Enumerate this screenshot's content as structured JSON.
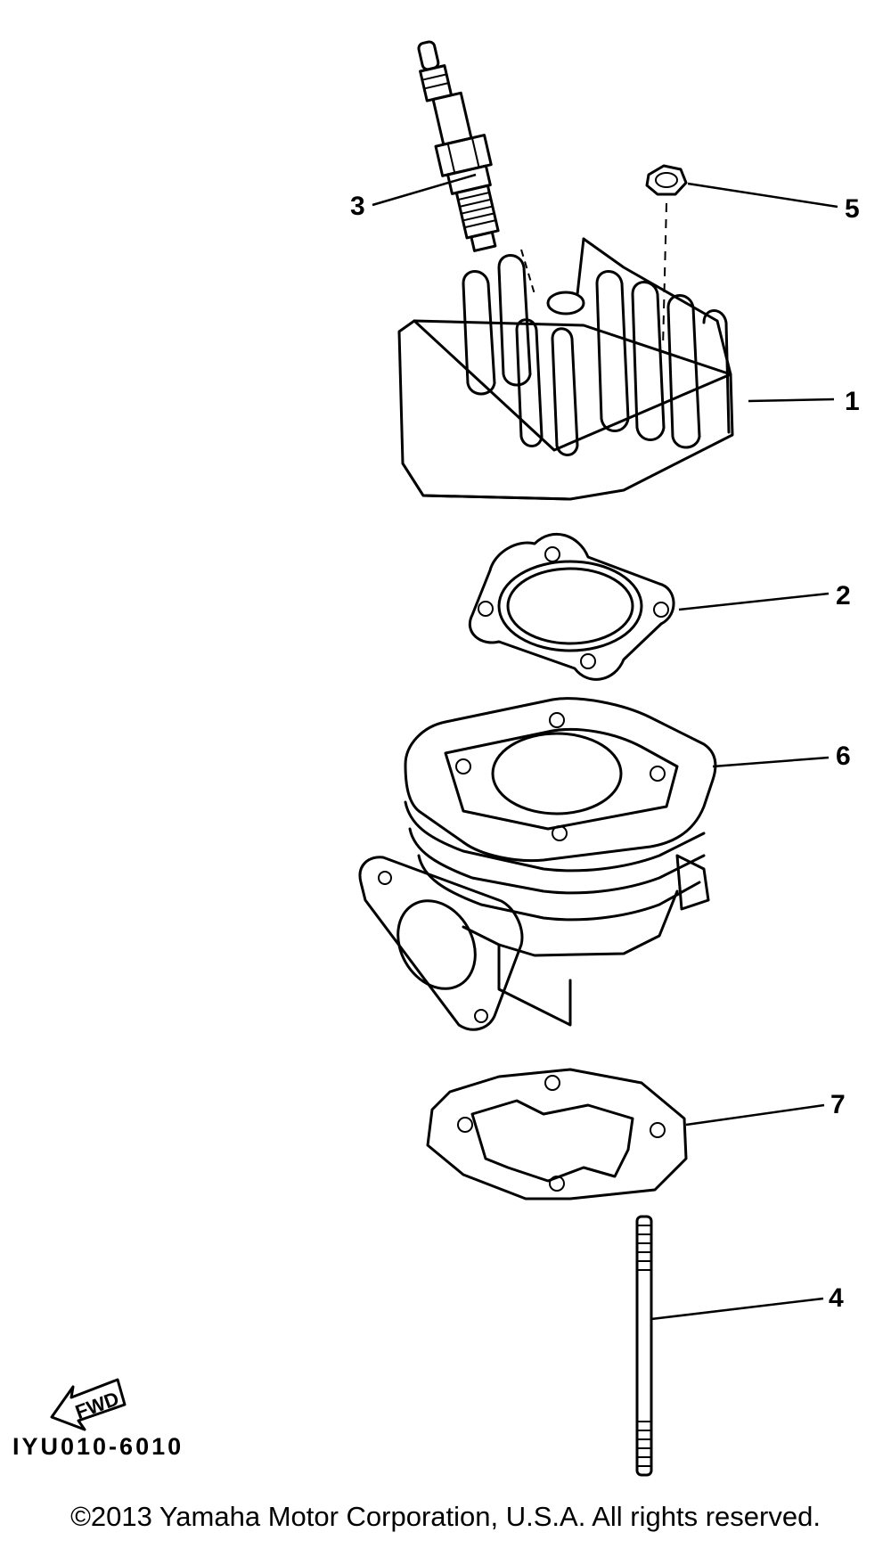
{
  "callouts": {
    "n1": "1",
    "n2": "2",
    "n3": "3",
    "n4": "4",
    "n5": "5",
    "n6": "6",
    "n7": "7"
  },
  "fwd_label": "FWD",
  "diagram_code": "IYU010-6010",
  "copyright": "©2013 Yamaha Motor Corporation, U.S.A. All rights reserved."
}
